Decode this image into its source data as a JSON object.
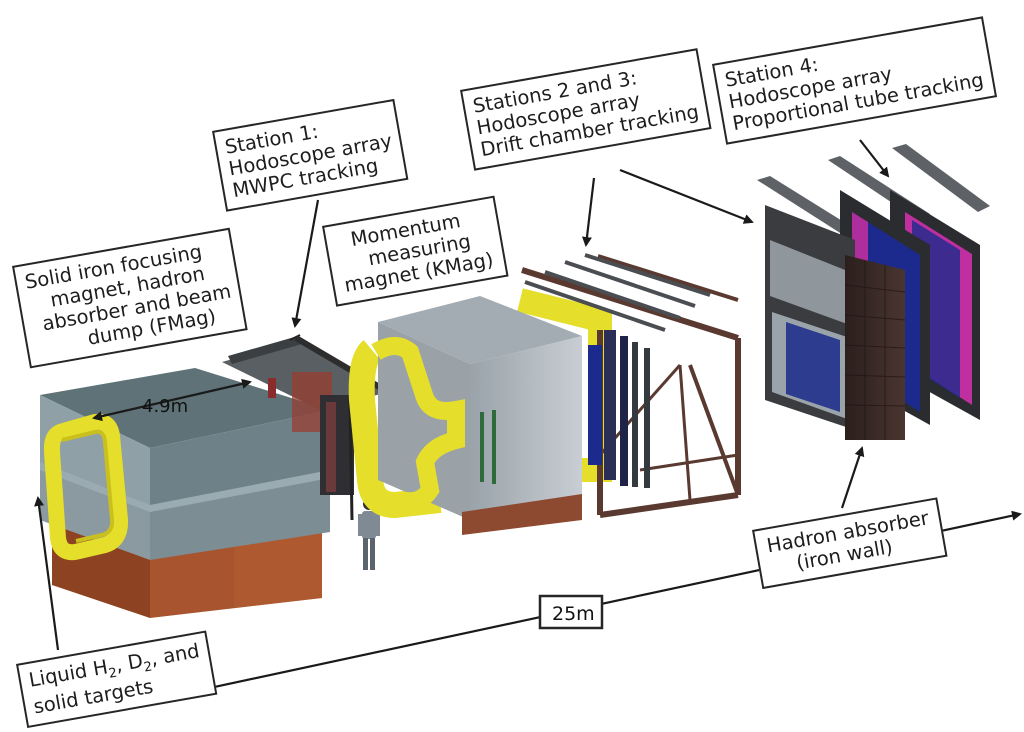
{
  "labels": {
    "fmag": [
      "Solid iron focusing",
      "magnet, hadron",
      "absorber and beam",
      "dump (FMag)"
    ],
    "station1": [
      "Station 1:",
      "Hodoscope array",
      "MWPC tracking"
    ],
    "kmag": [
      "Momentum",
      "measuring",
      "magnet (KMag)"
    ],
    "station23": [
      "Stations 2 and 3:",
      "Hodoscope array",
      "Drift chamber tracking"
    ],
    "station4": [
      "Station 4:",
      "Hodoscope array",
      "Proportional tube tracking"
    ],
    "hadron_absorber": [
      "Hadron absorber",
      "(iron wall)"
    ],
    "targets": {
      "line1_prefix": "Liquid H",
      "sub1": "2",
      "mid": ", D",
      "sub2": "2",
      "suffix": ", and",
      "line2": "solid targets"
    }
  },
  "dimensions": {
    "fmag_length": "4.9m",
    "total_length": "25m"
  },
  "colors": {
    "iron_top": "#6b7f85",
    "iron_side": "#8a9aa0",
    "copper": "#a8542e",
    "coil_yellow": "#e5de2a",
    "kmag_grey": "#b4bcc2",
    "frame_brown": "#5a3a30",
    "hodo_blue": "#1b2a8c",
    "tube_magenta": "#c02fa0",
    "absorber_dark": "#3a2a26"
  }
}
